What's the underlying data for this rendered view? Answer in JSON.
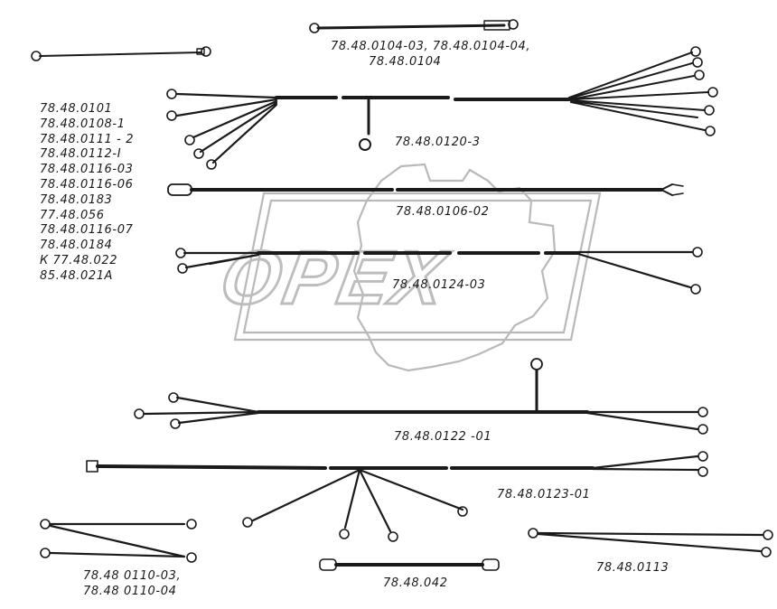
{
  "watermark": {
    "text": "OPEX",
    "color": "#b5b5b5"
  },
  "part_list": [
    "78.48.0101",
    "78.48.0108-1",
    "78.48.0111 - 2",
    "78.48.0112-I",
    "78.48.0116-03",
    "78.48.0116-06",
    "78.48.0183",
    "77.48.056",
    "78.48.0116-07",
    "78.48.0184",
    "К 77.48.022",
    "85.48.021А"
  ],
  "labels": {
    "l1a": "78.48.0104-03, 78.48.0104-04,",
    "l1b": "78.48.0104",
    "l2": "78.48.0120-3",
    "l3": "78.48.0106-02",
    "l4": "78.48.0124-03",
    "l5": "78.48.0122 -01",
    "l6": "78.48.0123-01",
    "l7a": "78.48 0110-03,",
    "l7b": "78.48 0110-04",
    "l8": "78.48.042",
    "l9": "78.48.0113"
  },
  "colors": {
    "ink": "#1a1a1a",
    "watermark": "#b5b5b5"
  }
}
